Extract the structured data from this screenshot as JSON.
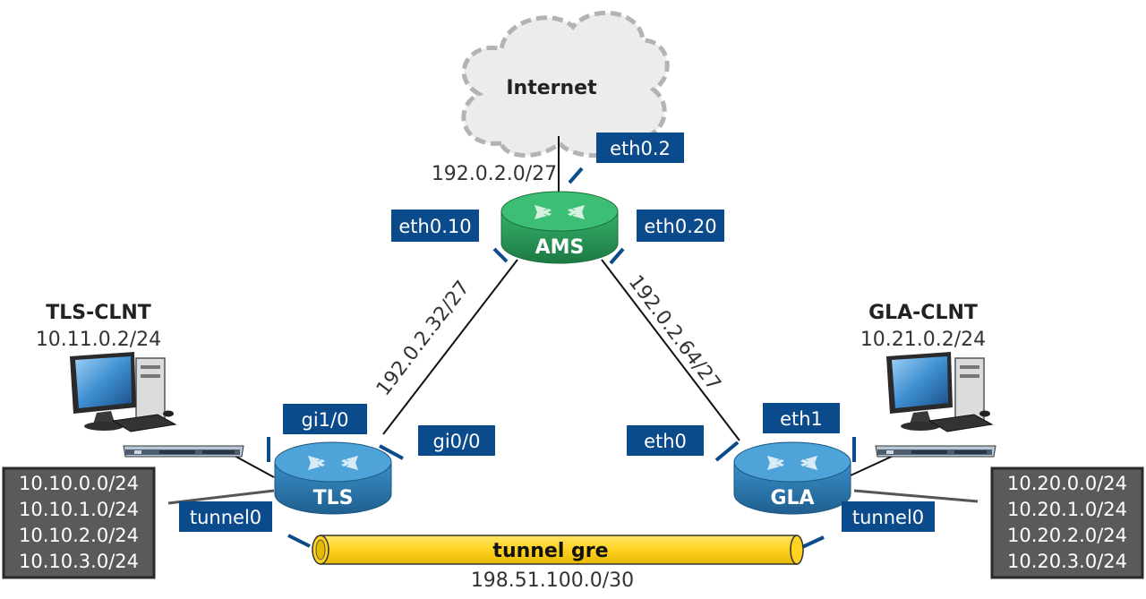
{
  "cloud": {
    "label": "Internet"
  },
  "routers": {
    "ams": {
      "name": "AMS",
      "color": "#2e9e5a"
    },
    "tls": {
      "name": "TLS",
      "color": "#2f7fb5"
    },
    "gla": {
      "name": "GLA",
      "color": "#2f7fb5"
    }
  },
  "interfaces": {
    "ams_eth0_2": "eth0.2",
    "ams_eth0_10": "eth0.10",
    "ams_eth0_20": "eth0.20",
    "tls_gi1_0": "gi1/0",
    "tls_gi0_0": "gi0/0",
    "tls_tunnel0": "tunnel0",
    "gla_eth0": "eth0",
    "gla_eth1": "eth1",
    "gla_tunnel0": "tunnel0"
  },
  "subnets": {
    "internet_link": "192.0.2.0/27",
    "ams_tls": "192.0.2.32/27",
    "ams_gla": "192.0.2.64/27",
    "tunnel": "198.51.100.0/30"
  },
  "tunnel": {
    "label": "tunnel gre",
    "color": "#ffd320"
  },
  "clients": {
    "tls": {
      "name": "TLS-CLNT",
      "ip": "10.11.0.2/24"
    },
    "gla": {
      "name": "GLA-CLNT",
      "ip": "10.21.0.2/24"
    }
  },
  "networks": {
    "tls": [
      "10.10.0.0/24",
      "10.10.1.0/24",
      "10.10.2.0/24",
      "10.10.3.0/24"
    ],
    "gla": [
      "10.20.0.0/24",
      "10.20.1.0/24",
      "10.20.2.0/24",
      "10.20.3.0/24"
    ]
  },
  "colors": {
    "interface_box": "#0b4a8b",
    "network_box": "#5a5a5a"
  }
}
